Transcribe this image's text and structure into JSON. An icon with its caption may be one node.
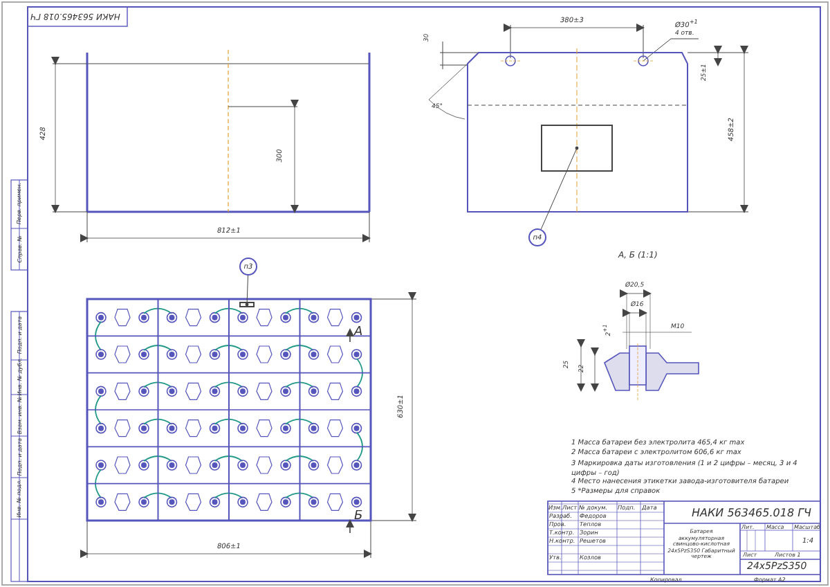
{
  "diagram": {
    "nodes": [
      {
        "text": [
          "п4"
        ]
      },
      {
        "text": [],
        "shape": "box"
      },
      {
        "text": [
          "п3"
        ]
      },
      {
        "text": [],
        "shape": "box"
      }
    ],
    "edges": [
      {
        "from": 0,
        "to": 1,
        "arrow": "other"
      },
      {
        "from": 2,
        "to": 3,
        "arrow": "other"
      }
    ],
    "labels": [
      "НАКИ 563465.018 ГЧ",
      "428",
      "300",
      "812±1",
      "380±3",
      "Ø30$^{+1}$",
      "4 отв.",
      "30",
      "45°",
      "25±1",
      "458±2",
      "А, Б (1:1)",
      "Ø20,5",
      "Ø16",
      "М10",
      "2$^{+1}$",
      "25",
      "22",
      "А",
      "Б",
      "630±1",
      "806±1",
      "1 Масса батареи без электролита 465,4 кг max",
      "2 Масса батареи с электролитом 606,6 кг max",
      "3 Маркировка даты изготовления (1 и 2 цифры – месяц, 3 и 4 цифры – год)",
      "4 Место нанесения этикетки завода-изготовителя батареи",
      "5 *Размеры для справок",
      "НАКИ 563465.018 ГЧ",
      "Батарея аккумуляторная свинцово-кислотная 24х5PzS350 Габаритный чертеж",
      "Лит.",
      "Масса",
      "Масштаб",
      "1:4",
      "Лист",
      "Листов 1",
      "24х5PzS350",
      "Изм.",
      "Лист",
      "№ докум.",
      "Подп.",
      "Дата",
      "Разраб.",
      "Федоров",
      "Пров.",
      "Теплов",
      "Т.контр.",
      "Зорин",
      "Н.контр.",
      "Решетов",
      "Утв.",
      "Козлов",
      "Копировал",
      "Формат А2",
      "Перв. примен.",
      "Справ. №",
      "Подп. и дата",
      "Инв. № дубл.",
      "Взам. инв. №",
      "Подп. и дата",
      "Инв. № подл."
    ]
  }
}
